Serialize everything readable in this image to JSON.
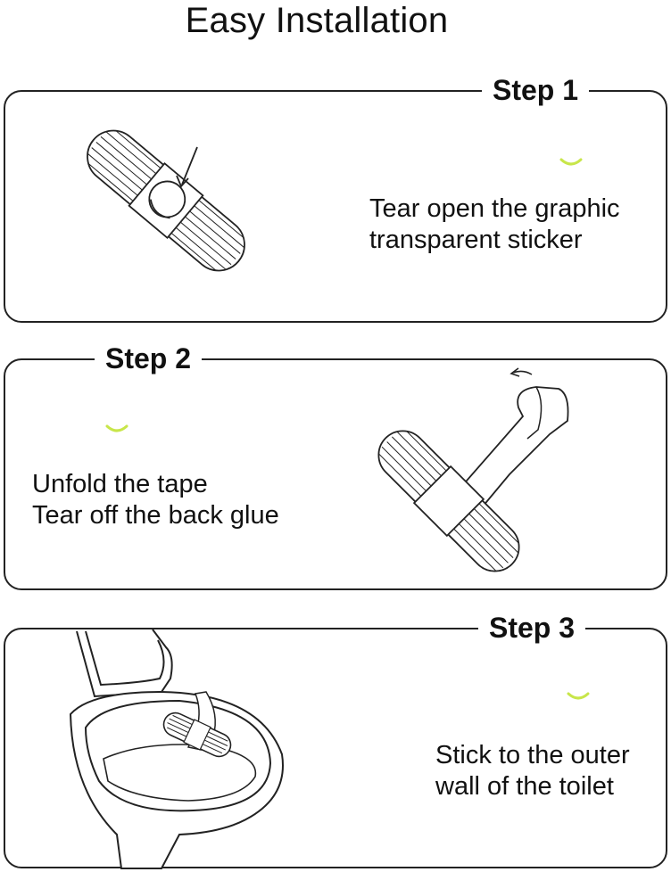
{
  "title": "Easy Installation",
  "steps": [
    {
      "label": "Step 1",
      "lines": [
        "Tear open the graphic",
        "transparent sticker"
      ]
    },
    {
      "label": "Step 2",
      "lines": [
        "Unfold the tape",
        "Tear off the back glue"
      ]
    },
    {
      "label": "Step 3",
      "lines": [
        "Stick to the outer",
        "wall of the toilet"
      ]
    }
  ],
  "colors": {
    "accent": "#c8e64a",
    "stroke": "#222222"
  }
}
